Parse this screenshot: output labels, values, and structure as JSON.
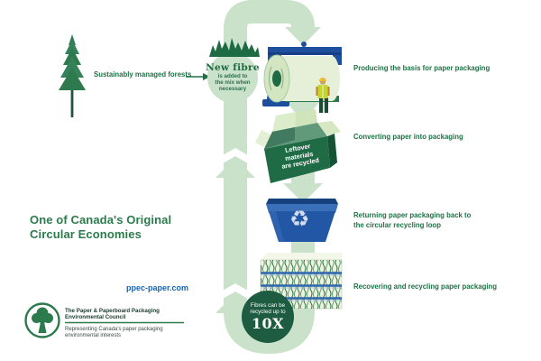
{
  "colors": {
    "loop_green": "#cbe2ca",
    "label_green": "#1e7145",
    "forest_green": "#1c6b42",
    "heading_green": "#2b7b4c",
    "link_blue": "#1464b4",
    "machine_blue": "#1d4f9e",
    "bin_blue": "#2257a5",
    "fibre_circle_green": "#1d5c40",
    "box_green": "#1e6b45"
  },
  "heading": {
    "line1": "One of Canada's Original",
    "line2": "Circular Economies"
  },
  "website": "ppec-paper.com",
  "forest": {
    "label": "Sustainably managed forests"
  },
  "new_fibre": {
    "title": "New fibre",
    "line1": "is added to",
    "line2": "the mix when",
    "line3": "necessary"
  },
  "steps": {
    "producing": "Producing the basis for paper packaging",
    "converting": "Converting paper into packaging",
    "returning_line1": "Returning paper packaging back to",
    "returning_line2": "the circular recycling loop",
    "recovering": "Recovering and recycling paper packaging"
  },
  "box": {
    "line1": "Leftover",
    "line2": "materials",
    "line3": "are recycled"
  },
  "fibre_loop": {
    "line1": "Fibres can be",
    "line2": "recycled up to",
    "value": "10X"
  },
  "logo": {
    "org_line1": "The Paper & Paperboard Packaging",
    "org_line2": "Environmental Council",
    "tagline_line1": "Representing Canada's paper packaging",
    "tagline_line2": "environmental interests"
  },
  "icons": {
    "recycle_symbol": "♻"
  }
}
